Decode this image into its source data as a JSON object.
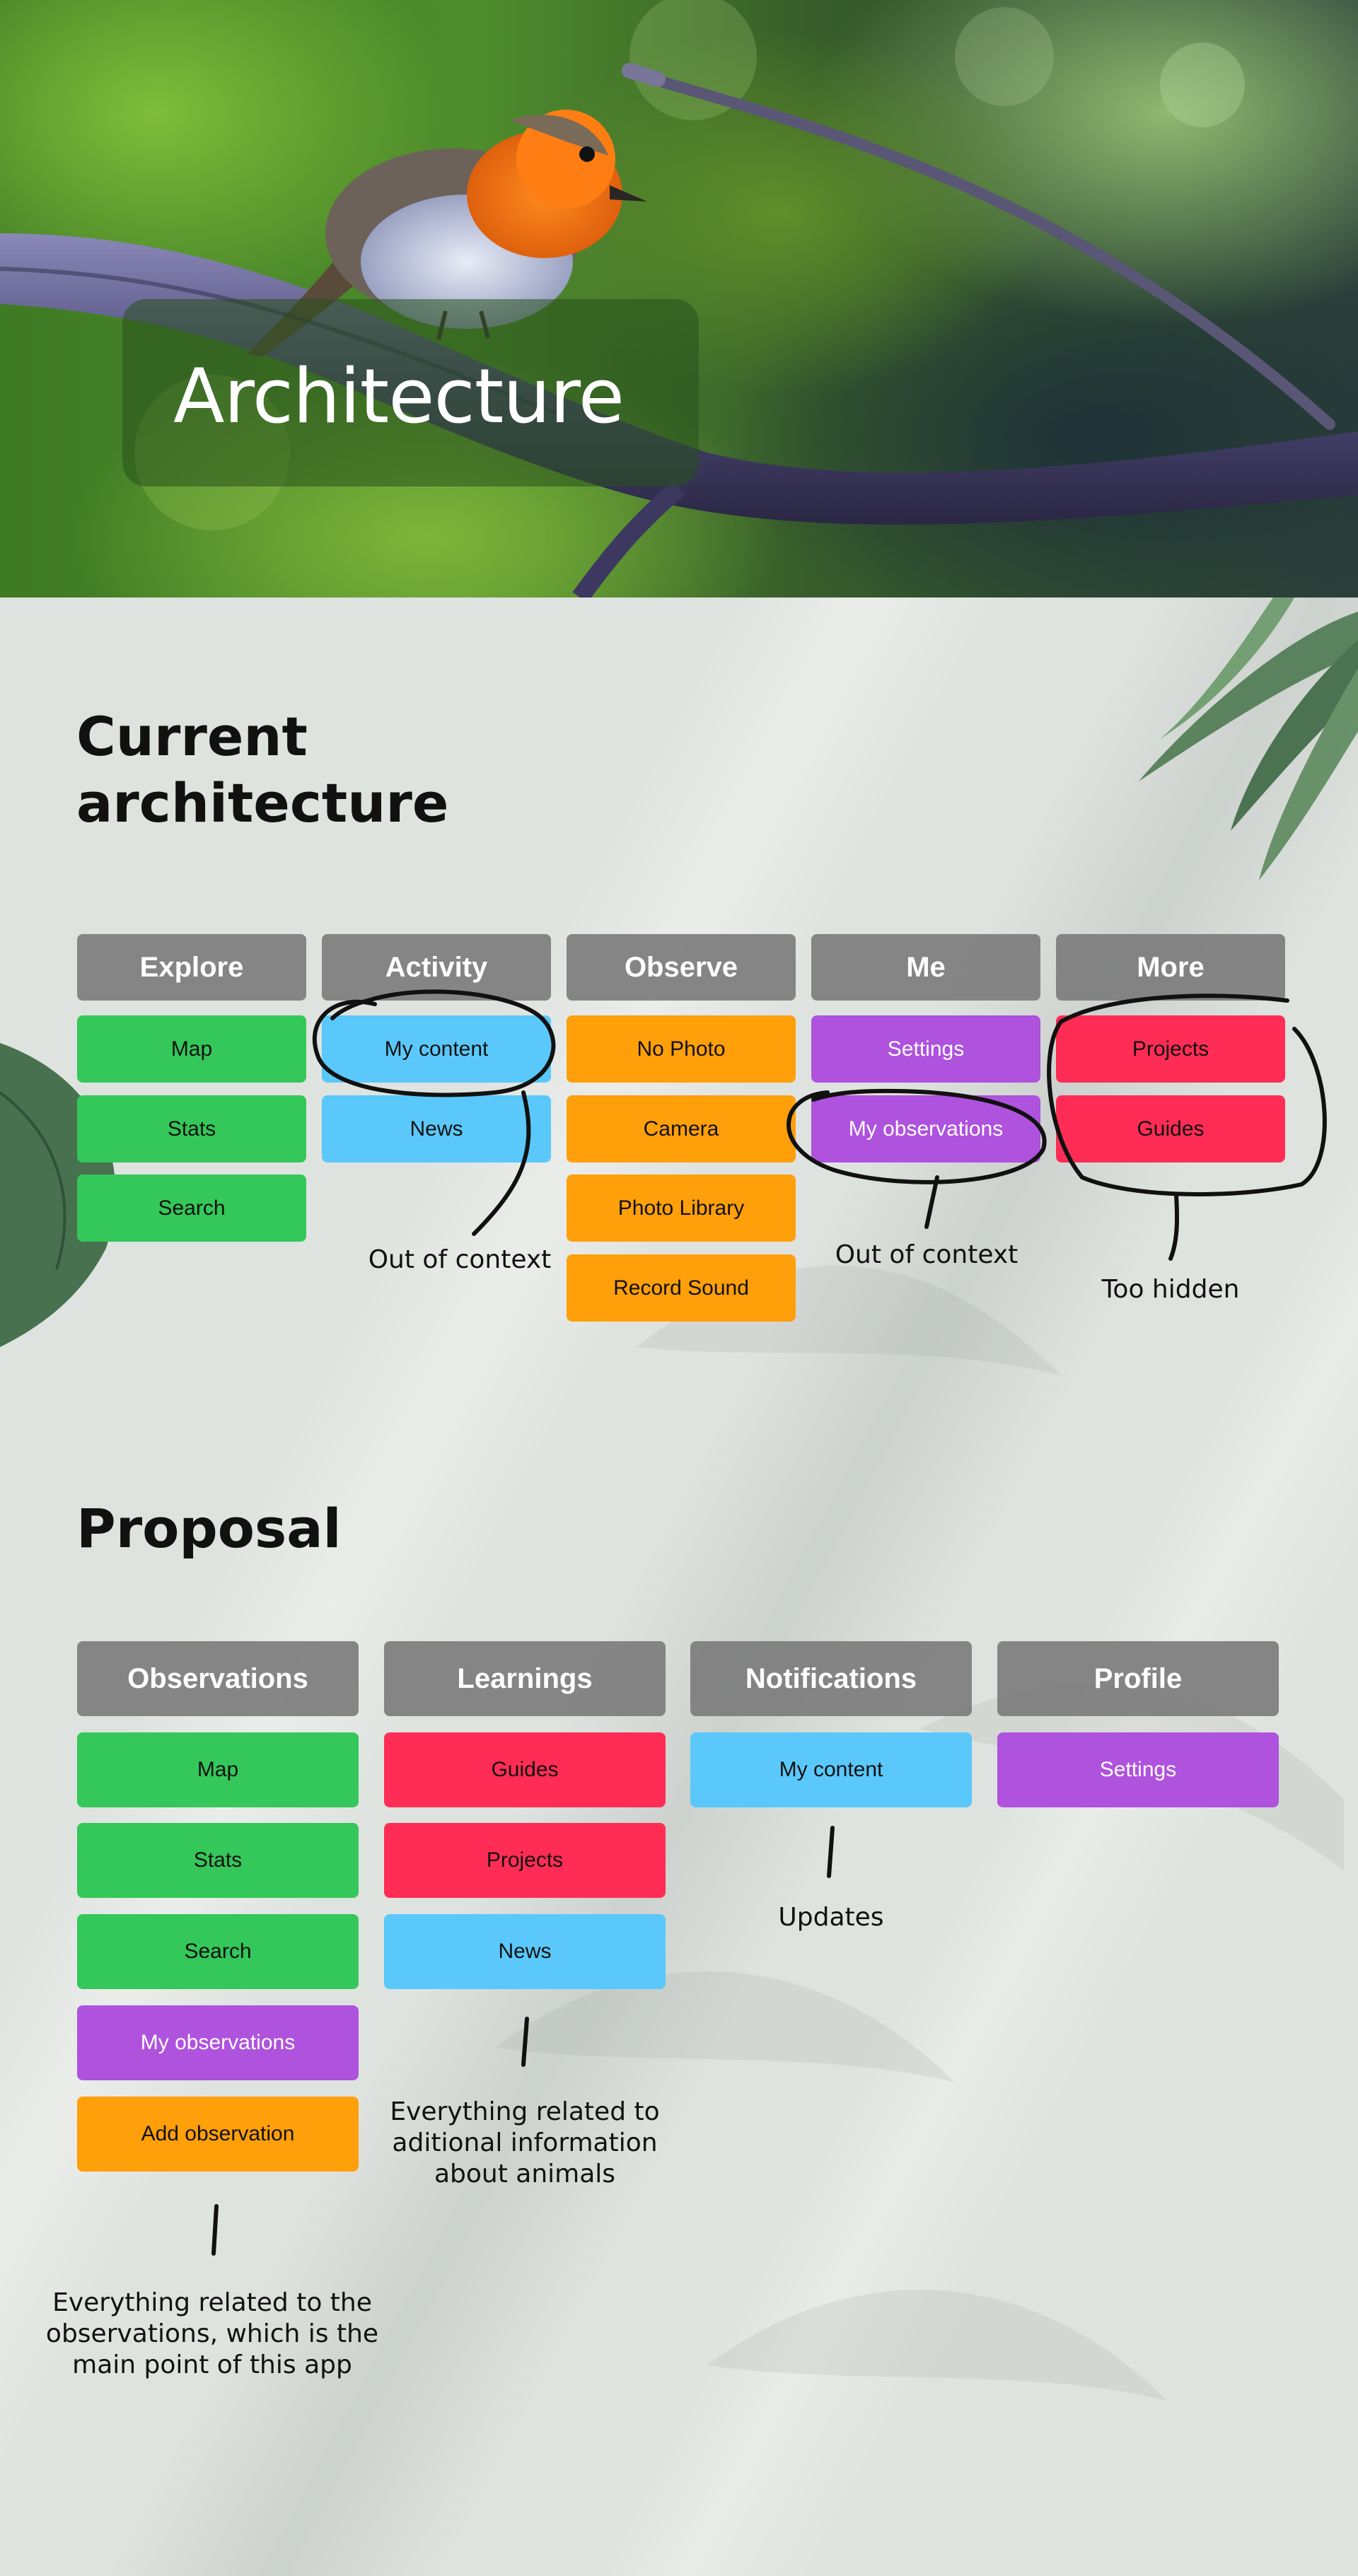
{
  "hero": {
    "title": "Architecture"
  },
  "current": {
    "heading_line1": "Current",
    "heading_line2": "architecture",
    "columns": [
      {
        "header": "Explore",
        "items": [
          {
            "label": "Map",
            "color": "#34c759"
          },
          {
            "label": "Stats",
            "color": "#34c759"
          },
          {
            "label": "Search",
            "color": "#34c759"
          }
        ]
      },
      {
        "header": "Activity",
        "items": [
          {
            "label": "My content",
            "color": "#5ac8fa"
          },
          {
            "label": "News",
            "color": "#5ac8fa"
          }
        ]
      },
      {
        "header": "Observe",
        "items": [
          {
            "label": "No Photo",
            "color": "#ff9f0a"
          },
          {
            "label": "Camera",
            "color": "#ff9f0a"
          },
          {
            "label": "Photo Library",
            "color": "#ff9f0a"
          },
          {
            "label": "Record Sound",
            "color": "#ff9f0a"
          }
        ]
      },
      {
        "header": "Me",
        "items": [
          {
            "label": "Settings",
            "color": "#af52de"
          },
          {
            "label": "My observations",
            "color": "#af52de"
          }
        ]
      },
      {
        "header": "More",
        "items": [
          {
            "label": "Projects",
            "color": "#ff2d55"
          },
          {
            "label": "Guides",
            "color": "#ff2d55"
          }
        ]
      }
    ],
    "notes": {
      "activity": "Out of context",
      "me": "Out of context",
      "more": "Too hidden"
    }
  },
  "proposal": {
    "heading": "Proposal",
    "columns": [
      {
        "header": "Observations",
        "items": [
          {
            "label": "Map",
            "color": "#34c759"
          },
          {
            "label": "Stats",
            "color": "#34c759"
          },
          {
            "label": "Search",
            "color": "#34c759"
          },
          {
            "label": "My observations",
            "color": "#af52de"
          },
          {
            "label": "Add observation",
            "color": "#ff9f0a"
          }
        ]
      },
      {
        "header": "Learnings",
        "items": [
          {
            "label": "Guides",
            "color": "#ff2d55"
          },
          {
            "label": "Projects",
            "color": "#ff2d55"
          },
          {
            "label": "News",
            "color": "#5ac8fa"
          }
        ]
      },
      {
        "header": "Notifications",
        "items": [
          {
            "label": "My content",
            "color": "#5ac8fa"
          }
        ]
      },
      {
        "header": "Profile",
        "items": [
          {
            "label": "Settings",
            "color": "#af52de"
          }
        ]
      }
    ],
    "notes": {
      "observations": [
        "Everything related to the",
        "observations, which is the",
        "main point of this app"
      ],
      "learnings": [
        "Everything related to",
        "aditional information",
        "about animals"
      ],
      "notifications": "Updates"
    }
  }
}
